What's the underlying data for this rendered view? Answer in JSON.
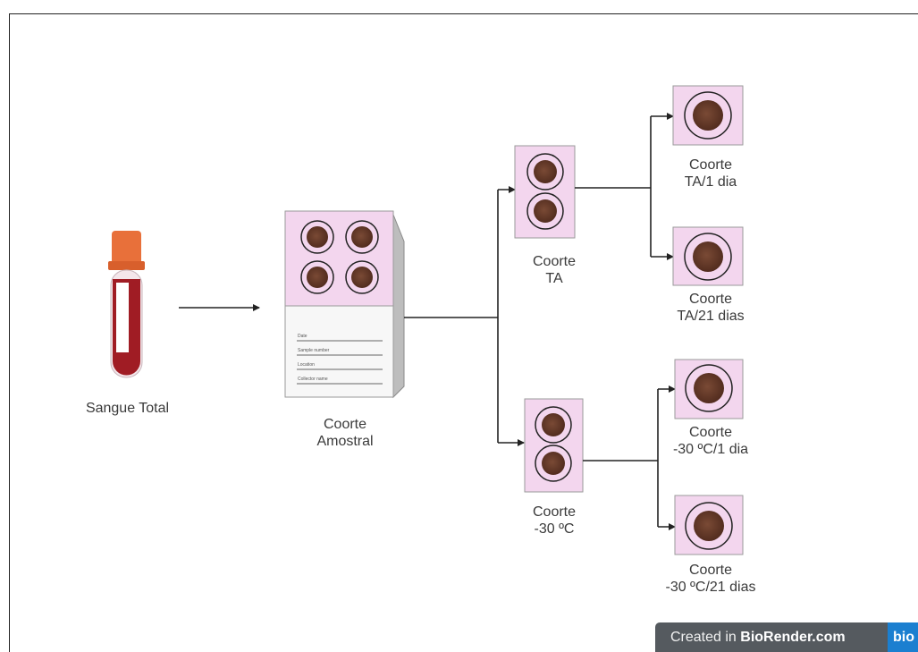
{
  "labels": {
    "blood": "Sangue Total",
    "sample": "Coorte\nAmostral",
    "ta": "Coorte\nTA",
    "minus30": "Coorte\n-30 ºC",
    "ta1": "Coorte\nTA/1 dia",
    "ta21": "Coorte\nTA/21 dias",
    "m30_1": "Coorte\n-30 ºC/1 dia",
    "m30_21": "Coorte\n-30 ºC/21 dias"
  },
  "card_fields": [
    "Date",
    "Sample number",
    "Location",
    "Collector name"
  ],
  "badge": {
    "prefix": "Created in ",
    "brand": "BioRender.com",
    "logo": "bio"
  },
  "colors": {
    "card_pink": "#f3d6ee",
    "spot": "#6b3f2e",
    "tube_cap": "#e8703a",
    "blood": "#a01c24",
    "badge_bg": "#555a5f",
    "badge_logo": "#1b7fd0"
  }
}
